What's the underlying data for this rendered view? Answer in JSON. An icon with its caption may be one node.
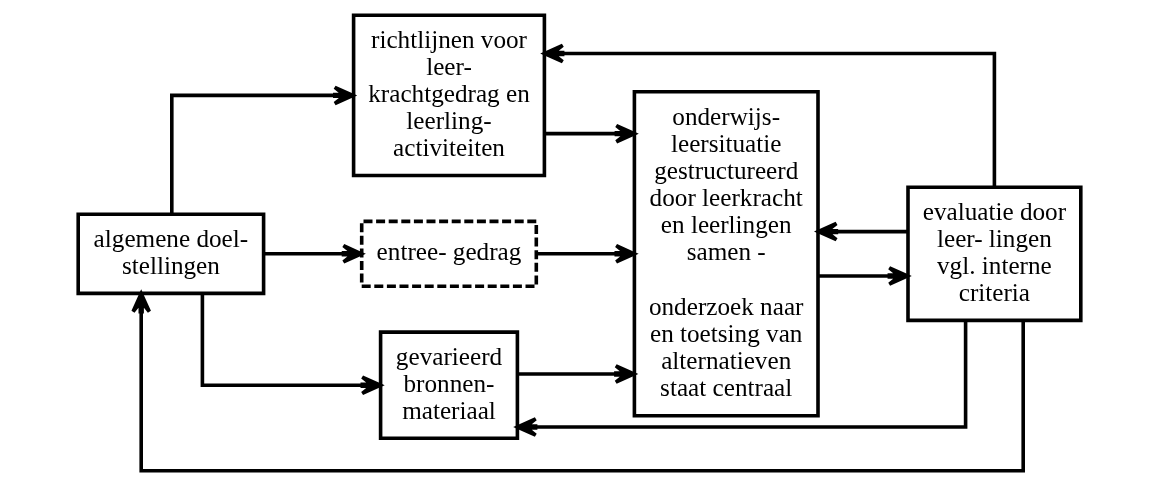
{
  "diagram": {
    "nodes": [
      {
        "text": [
          "algemene doel- stellingen"
        ]
      },
      {
        "text": [
          "richtlijnen voor leer- krachtgedrag en leerling- activiteiten"
        ]
      },
      {
        "text": [
          "entree- gedrag"
        ]
      },
      {
        "text": [
          "gevarieerd bronnen- materiaal"
        ]
      },
      {
        "text": [
          "onderwijs- leersituatie gestructureerd door leerkracht en leerlingen samen -",
          "onderzoek naar en toetsing van alternatieven staat centraal"
        ]
      },
      {
        "text": [
          "evaluatie door leer- lingen vgl. interne criteria"
        ]
      }
    ],
    "edges": [
      {
        "from": 0,
        "to": 1,
        "arrow": "to"
      },
      {
        "from": 0,
        "to": 2,
        "arrow": "to"
      },
      {
        "from": 0,
        "to": 3,
        "arrow": "to"
      },
      {
        "from": 1,
        "to": 4,
        "arrow": "to"
      },
      {
        "from": 2,
        "to": 4,
        "arrow": "to"
      },
      {
        "from": 3,
        "to": 4,
        "arrow": "to"
      },
      {
        "from": 4,
        "to": 5,
        "arrow": "to"
      },
      {
        "from": 5,
        "to": 0,
        "arrow": "to"
      },
      {
        "from": 5,
        "to": 1,
        "arrow": "to"
      },
      {
        "from": 5,
        "to": 3,
        "arrow": "to"
      },
      {
        "from": 5,
        "to": 4,
        "arrow": "to"
      }
    ]
  }
}
